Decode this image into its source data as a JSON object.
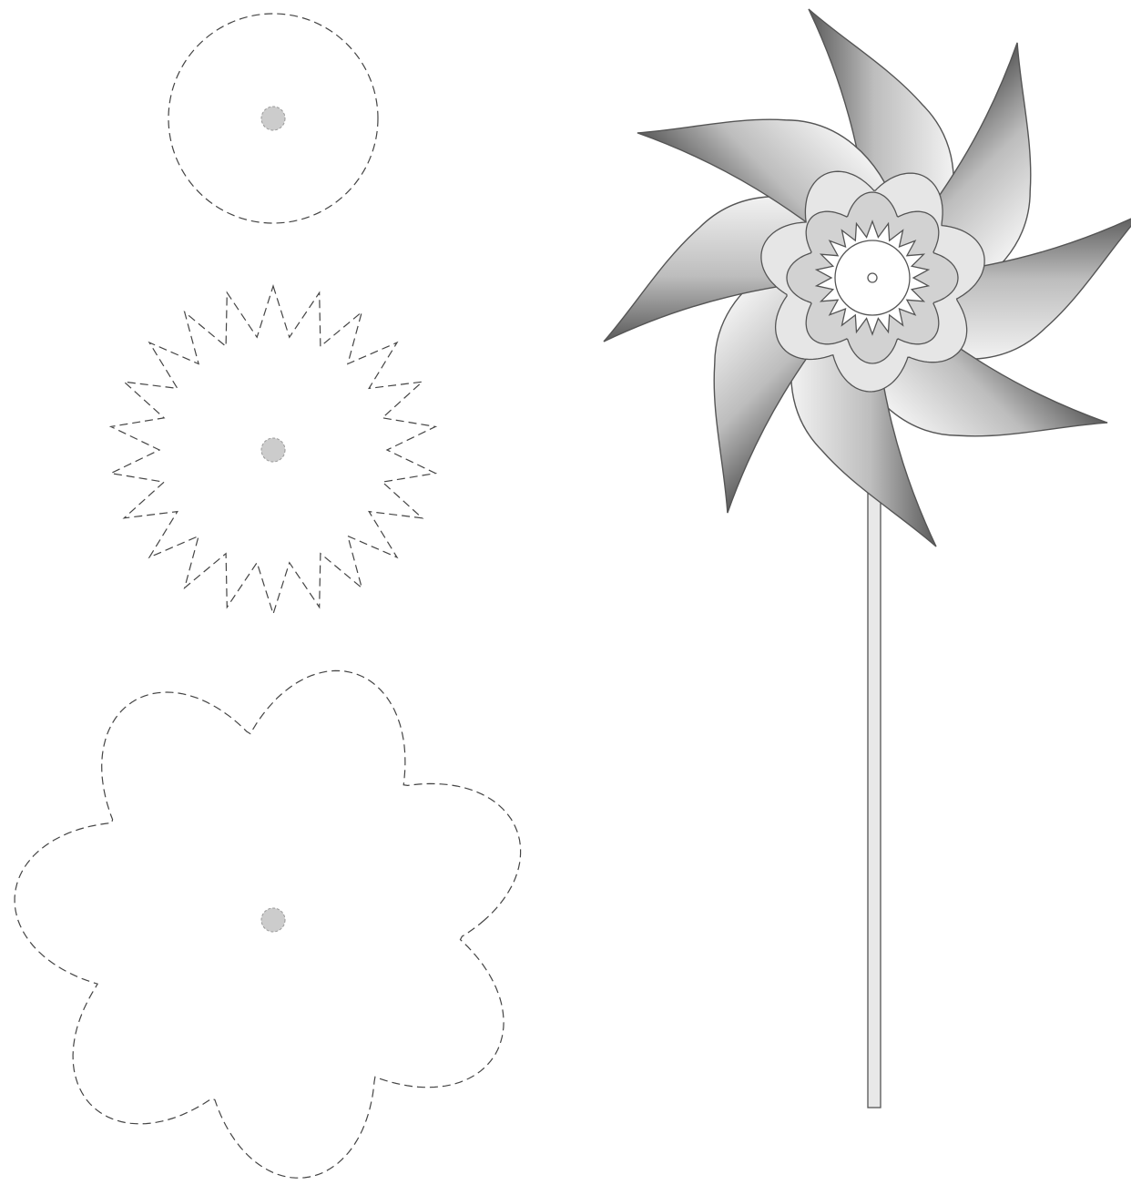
{
  "figure": {
    "templates": [
      {
        "name": "circle-template",
        "shape": "circle",
        "line_style": "dashed",
        "has_center_hole": true
      },
      {
        "name": "star-template",
        "shape": "star",
        "points": 22,
        "line_style": "dashed",
        "has_center_hole": true
      },
      {
        "name": "flower-template",
        "shape": "flower",
        "petals": 7,
        "line_style": "dashed",
        "has_center_hole": true
      }
    ],
    "pinwheel": {
      "blades": 8,
      "layers": [
        "blades",
        "flower-back",
        "flower-front",
        "starburst",
        "center-disc",
        "pin"
      ],
      "stick": true
    },
    "colors": {
      "line": "#444444",
      "hole": "#cccccc",
      "blade_dark": "#5a5a5a",
      "blade_light": "#f0f0f0",
      "flower_back": "#e6e6e6",
      "flower_front": "#d2d2d2",
      "stick": "#e8e8e8"
    }
  }
}
